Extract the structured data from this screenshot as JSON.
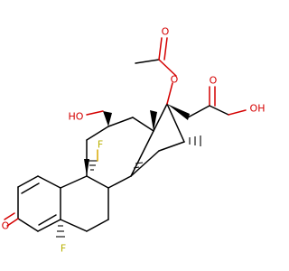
{
  "molecule": {
    "colors": {
      "carbon": "#000000",
      "oxygen": "#d40000",
      "fluorine": "#b8b000"
    },
    "labels": {
      "o_ester_carbonyl": "O",
      "o_ester": "O",
      "o_ketone_side": "O",
      "oh_terminal": "OH",
      "ho_c11": "HO",
      "o_c3": "O",
      "f_c9": "F",
      "f_c6": "F"
    }
  }
}
